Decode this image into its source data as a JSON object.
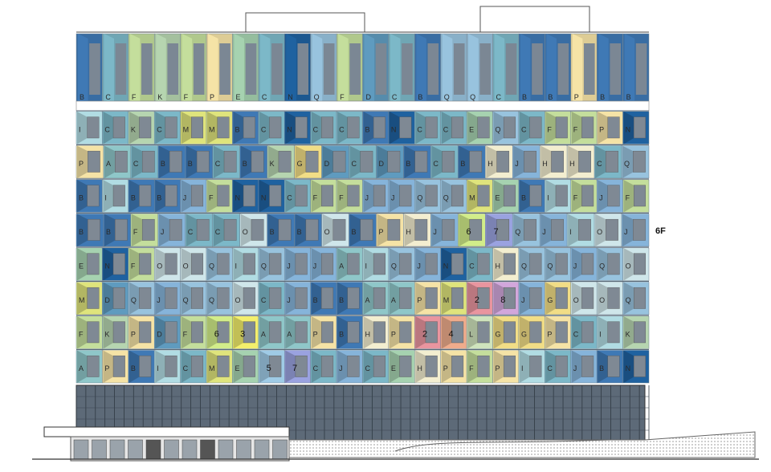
{
  "floor_label": "6F",
  "colors": {
    "A": "#8fc7c9",
    "B": "#3f79b5",
    "C": "#7cb8c8",
    "D": "#5f9bbf",
    "E": "#a6d2b0",
    "F": "#c4de9c",
    "G": "#f1dd86",
    "H": "#f3eed0",
    "I": "#b1dce3",
    "J": "#86b4da",
    "K": "#b6d5b0",
    "L": "#cfe4bd",
    "M": "#dfe47c",
    "N": "#1f62a0",
    "O": "#cfe6ea",
    "P": "#f5e3a6",
    "Q": "#98c3de",
    "2": "#e9959f",
    "3": "#f3ef6c",
    "4": "#efac8c",
    "5": "#9fcbe6",
    "6": "#d2ed8a",
    "7": "#9aa2e0",
    "8": "#d2a7dc",
    "0": "#cfe6ea"
  },
  "top_row": [
    "B",
    "C",
    "F",
    "K",
    "F",
    "P",
    "E",
    "C",
    "N",
    "Q",
    "F",
    "D",
    "C",
    "B",
    "Q",
    "Q",
    "C",
    "B",
    "B",
    "P",
    "B",
    "B"
  ],
  "rows": [
    [
      "I",
      "C",
      "K",
      "C",
      "M",
      "M",
      "B",
      "C",
      "N",
      "C",
      "C",
      "B",
      "N",
      "C",
      "C",
      "E",
      "Q",
      "C",
      "F",
      "F",
      "P",
      "N"
    ],
    [
      "P",
      "A",
      "C",
      "B",
      "B",
      "C",
      "B",
      "K",
      "G",
      "D",
      "C",
      "D",
      "B",
      "C",
      "B",
      "H",
      "J",
      "H",
      "H",
      "C",
      "Q"
    ],
    [
      "B",
      "I",
      "B",
      "B",
      "J",
      "F",
      "N",
      "N",
      "C",
      "F",
      "F",
      "J",
      "J",
      "Q",
      "Q",
      "M",
      "E",
      "B",
      "I",
      "F",
      "J",
      "F"
    ],
    [
      "B",
      "B",
      "F",
      "J",
      "C",
      "C",
      "O",
      "B",
      "B",
      "O",
      "B",
      "P",
      "H",
      "J",
      "6",
      "7",
      "Q",
      "J",
      "I",
      "O",
      "J"
    ],
    [
      "E",
      "N",
      "F",
      "O",
      "O",
      "Q",
      "I",
      "Q",
      "J",
      "J",
      "A",
      "I",
      "Q",
      "J",
      "N",
      "C",
      "H",
      "Q",
      "Q",
      "J",
      "Q",
      "O"
    ],
    [
      "M",
      "D",
      "Q",
      "J",
      "Q",
      "Q",
      "O",
      "C",
      "J",
      "B",
      "B",
      "A",
      "A",
      "P",
      "M",
      "2",
      "8",
      "J",
      "G",
      "O",
      "O",
      "Q"
    ],
    [
      "F",
      "K",
      "P",
      "D",
      "F",
      "6",
      "3",
      "A",
      "A",
      "P",
      "B",
      "H",
      "P",
      "2",
      "4",
      "L",
      "G",
      "G",
      "P",
      "C",
      "I",
      "K"
    ],
    [
      "A",
      "P",
      "B",
      "I",
      "C",
      "M",
      "E",
      "5",
      "7",
      "C",
      "J",
      "C",
      "E",
      "H",
      "P",
      "F",
      "P",
      "I",
      "C",
      "J",
      "B",
      "N"
    ]
  ]
}
